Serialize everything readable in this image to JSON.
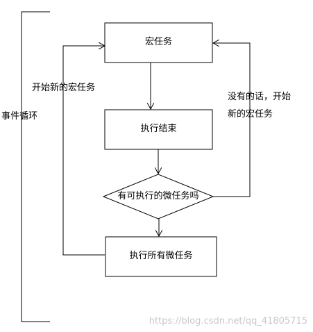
{
  "nodes": {
    "macro_task": "宏任务",
    "exec_end": "执行结束",
    "decision": "有可执行的微任务吗",
    "exec_micro": "执行所有微任务"
  },
  "labels": {
    "event_loop": "事件循环",
    "start_new_macro": "开始新的宏任务",
    "no_then_line1": "没有的话，开始",
    "no_then_line2": "新的宏任务"
  },
  "watermark": "https://blog.csdn.net/qq_41805715"
}
